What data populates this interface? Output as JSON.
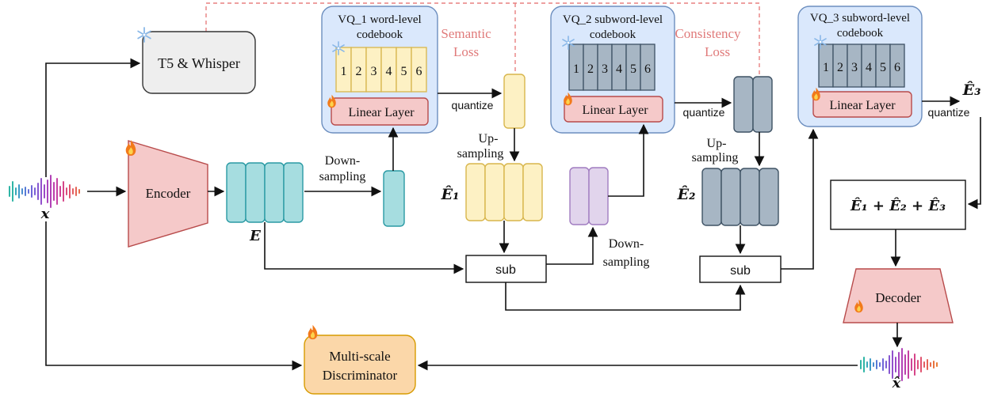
{
  "labels": {
    "t5_whisper": "T5 & Whisper",
    "encoder": "Encoder",
    "decoder": "Decoder",
    "disc_line1": "Multi-scale",
    "disc_line2": "Discriminator",
    "vq1_line1": "VQ_1 word-level",
    "vq1_line2": "codebook",
    "vq2_line1": "VQ_2 subword-level",
    "vq2_line2": "codebook",
    "vq3_line1": "VQ_3 subword-level",
    "vq3_line2": "codebook",
    "linear_layer": "Linear Layer",
    "quantize": "quantize",
    "down": "Down-",
    "sampling": "sampling",
    "up": "Up-",
    "sub": "sub",
    "semantic_line1": "Semantic",
    "semantic_line2": "Loss",
    "consistency_line1": "Consistency",
    "consistency_line2": "Loss",
    "sum_expr": "Ê₁ + Ê₂ + Ê₃",
    "x": "x",
    "x_hat": "x̂",
    "E": "E",
    "E1": "Ê₁",
    "E2": "Ê₂",
    "E3": "Ê₃"
  },
  "codebook_entries": [
    "1",
    "2",
    "3",
    "4",
    "5",
    "6"
  ],
  "icons": {
    "frozen": "snowflake-icon",
    "trainable": "flame-icon"
  },
  "colors": {
    "teal": "#a6dde0",
    "teal_stroke": "#2a9aa4",
    "yellow": "#fdf1c4",
    "yellow_stroke": "#d8b64c",
    "slate": "#a7b6c4",
    "slate_stroke": "#3e5264",
    "lavender": "#e1d4ec",
    "lavender_stroke": "#a07cc0",
    "pink": "#f5c9c9",
    "pink_stroke": "#b84b4b",
    "vq_bg": "#dae8fc",
    "vq_stroke": "#6c8ebf",
    "grey_box": "#eeeeee",
    "orange": "#fbd7a9",
    "orange_stroke": "#d79b00",
    "loss_text": "#e07a7a"
  }
}
